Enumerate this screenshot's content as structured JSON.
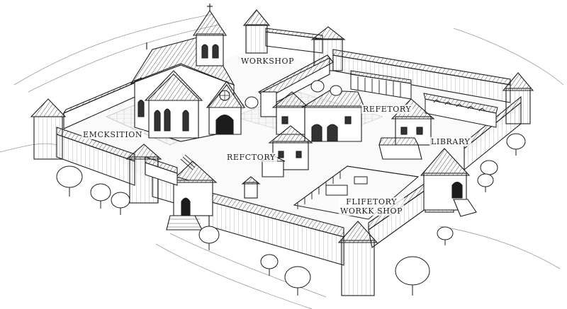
{
  "labels": {
    "workshop": "WORKSHOP",
    "refetory": "REFETORY",
    "emcksition": "EMCKSITION",
    "refctory": "REFCTORY",
    "library": "LIBRARY",
    "flifetory_line1": "FLIFETORY",
    "flifetory_line2": "WORKK SHOP"
  },
  "colors": {
    "ink": "#1c1c1c",
    "paper": "#ffffff",
    "roof_hatch": "#6a6a6a",
    "ground": "#f2f2f2"
  }
}
